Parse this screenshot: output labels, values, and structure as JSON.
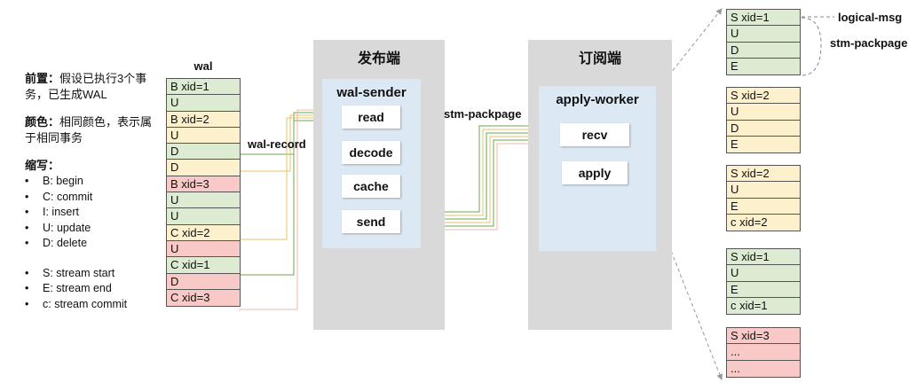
{
  "legend": {
    "prereq_label": "前置：",
    "prereq_text": "假设已执行3个事务，已生成WAL",
    "color_label": "颜色：",
    "color_text": "相同颜色，表示属于相同事务",
    "abbr_label": "缩写：",
    "abbr_items": [
      "B: begin",
      "C: commit",
      "I:  insert",
      "U: update",
      "D: delete"
    ],
    "stream_items": [
      "S: stream start",
      "E: stream end",
      "c: stream commit"
    ]
  },
  "wal": {
    "title": "wal",
    "rows": [
      "B xid=1",
      "U",
      "B xid=2",
      "U",
      "D",
      "D",
      "B xid=3",
      "U",
      "U",
      "C xid=2",
      "U",
      "C xid=1",
      "D",
      "C xid=3"
    ]
  },
  "publisher": {
    "title": "发布端",
    "inner_title": "wal-sender",
    "steps": [
      "read",
      "decode",
      "cache",
      "send"
    ]
  },
  "subscriber": {
    "title": "订阅端",
    "inner_title": "apply-worker",
    "steps": [
      "recv",
      "apply"
    ]
  },
  "labels": {
    "wal_record": "wal-record",
    "stm_packpage_mid": "stm-packpage",
    "logical_msg": "logical-msg",
    "stm_packpage_right": "stm-packpage"
  },
  "streams": [
    [
      "S xid=1",
      "U",
      "D",
      "E"
    ],
    [
      "S xid=2",
      "U",
      "D",
      "E"
    ],
    [
      "S xid=2",
      "U",
      "E",
      "c xid=2"
    ],
    [
      "S xid=1",
      "U",
      "E",
      "c xid=1"
    ],
    [
      "S xid=3",
      "...",
      "..."
    ]
  ],
  "colors": {
    "green": "#dcebd2",
    "yellow": "#fdf0cc",
    "red": "#f8c9c7",
    "panel": "#d9d9d9",
    "inner": "#dde8f5"
  }
}
